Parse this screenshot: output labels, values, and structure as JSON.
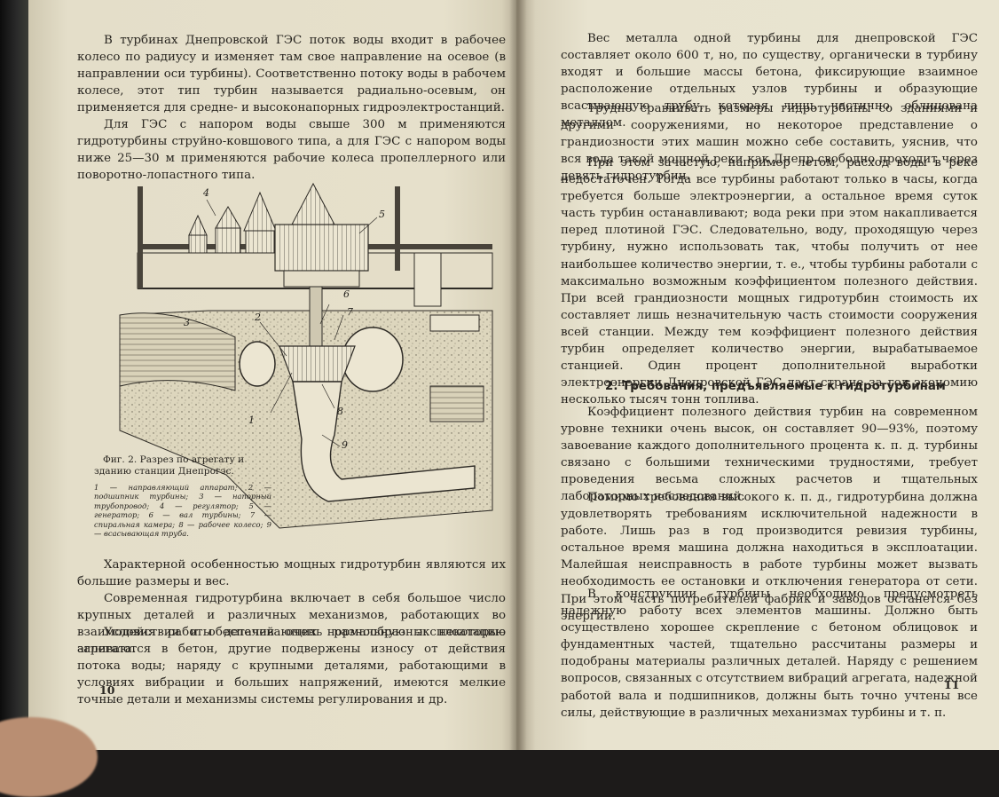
{
  "left_page": {
    "para1": "В турбинах Днепровской ГЭС поток воды входит в рабочее колесо по радиусу и изменяет там свое направление на осевое (в направлении оси турбины). Соответственно потоку воды в рабочем колесе, этот тип турбин называется радиально-осевым, он применяется для средне- и высоконапорных гидроэлектростанций.",
    "para2": "Для ГЭС с напором воды свыше 300 м применяются гидротурбины струйно-ковшового типа, а для ГЭС с напором воды ниже 25—30 м применяются рабочие колеса пропеллерного или поворотно-лопастного типа.",
    "figure": {
      "caption_title": "Фиг. 2. Разрез по агрегату и зданию станции Днепрогэс.",
      "caption_legend": "1 — направляющий аппарат; 2 — подшипник турбины; 3 — напорный трубопровод; 4 — регулятор; 5 — генератор; 6 — вал турбины; 7 — спиральная камера; 8 — рабочее колесо; 9 — всасывающая труба.",
      "labels": [
        "1",
        "2",
        "3",
        "4",
        "5",
        "6",
        "7",
        "8",
        "9"
      ]
    },
    "para3": "Характерной особенностью мощных гидротурбин являются их большие размеры и вес.",
    "para4": "Современная гидротурбина включает в себя большое число крупных деталей и различных механизмов, работающих во взаимодействии и обеспечивающих нормальную эксплоатацию агрегата.",
    "para5": "Условия работы деталей очень разнообразны: некоторые заливаются в бетон, другие подвержены износу от действия потока воды; наряду с крупными деталями, работающими в условиях вибрации и больших напряжений, имеются мелкие точные детали и механизмы системы регулирования и др.",
    "page_number": "10"
  },
  "right_page": {
    "para1": "Вес металла одной турбины для днепровской ГЭС составляет около 600 т, но, по существу, органически в турбину входят и большие массы бетона, фиксирующие взаимное расположение отдельных узлов турбины и образующие всасывающую трубу, которая лишь частично облицована металлом.",
    "para2": "Трудно сравнивать размеры гидротурбины со зданиями и другими сооружениями, но некоторое представление о грандиозности этих машин можно себе составить, уяснив, что вся вода такой мощной реки как Днепр свободно проходит через девять гидротурбин.",
    "para3": "При этом зачастую, например летом, расход воды в реке недостаточен. Тогда все турбины работают только в часы, когда требуется больше электроэнергии, а остальное время суток часть турбин останавливают; вода реки при этом накапливается перед плотиной ГЭС. Следовательно, воду, проходящую через турбину, нужно использовать так, чтобы получить от нее наибольшее количество энергии, т. е., чтобы турбины работали с максимально возможным коэффициентом полезного действия. При всей грандиозности мощных гидротурбин стоимость их составляет лишь незначительную часть стоимости сооружения всей станции. Между тем коэффициент полезного действия турбин определяет количество энергии, вырабатываемое станцией. Один процент дополнительной выработки электроэнергии Днепровской ГЭС дает стране за год экономию несколько тысяч тонн топлива.",
    "heading": "2. Требования, предъявляемые к гидротурбинам",
    "para4": "Коэффициент полезного действия турбин на современном уровне техники очень высок, он составляет 90—93%, поэтому завоевание каждого дополнительного процента к. п. д. турбины связано с большими техническими трудностями, требует проведения весьма сложных расчетов и тщательных лабораторных исследований.",
    "para5": "Помимо требования высокого к. п. д., гидротурбина должна удовлетворять требованиям исключительной надежности в работе. Лишь раз в год производится ревизия турбины, остальное время машина должна находиться в эксплоатации. Малейшая неисправность в работе турбины может вызвать необходимость ее остановки и отключения генератора от сети. При этом часть потребителей фабрик и заводов останется без энергии.",
    "para6": "В конструкции турбины необходимо предусмотреть надежную работу всех элементов машины. Должно быть осуществлено хорошее скрепление с бетоном облицовок и фундаментных частей, тщательно рассчитаны размеры и подобраны материалы различных деталей. Наряду с решением вопросов, связанных с отсутствием вибраций агрегата, надежной работой вала и подшипников, должны быть точно учтены все силы, действующие в различных механизмах турбины и т. п.",
    "page_number": "11"
  }
}
